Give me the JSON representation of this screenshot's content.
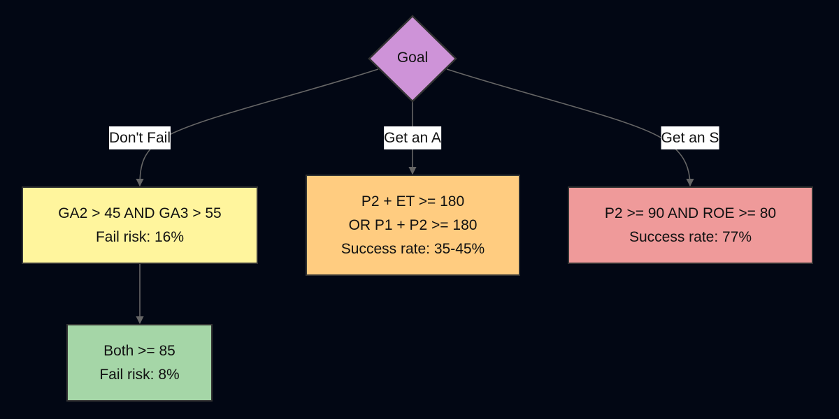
{
  "diagram": {
    "type": "flowchart",
    "colors": {
      "background": "#020714",
      "edge": "#666666",
      "node_border": "#333333",
      "goal": "#CE93D8",
      "dont_fail": "#FFF59D",
      "get_a": "#FFCC80",
      "get_s": "#EF9A9A",
      "both": "#A5D6A7",
      "edge_label_bg": "#FFFFFF"
    },
    "root": {
      "id": "goal",
      "shape": "diamond",
      "label": "Goal"
    },
    "nodes": [
      {
        "id": "dont-fail",
        "lines": [
          "GA2 > 45 AND GA3 > 55",
          "Fail risk: 16%"
        ]
      },
      {
        "id": "get-a",
        "lines": [
          "P2 + ET >= 180",
          "OR P1 + P2 >= 180",
          "Success rate: 35-45%"
        ]
      },
      {
        "id": "get-s",
        "lines": [
          "P2 >= 90 AND ROE >= 80",
          "Success rate: 77%"
        ]
      },
      {
        "id": "both",
        "lines": [
          "Both >= 85",
          "Fail risk: 8%"
        ]
      }
    ],
    "edges": [
      {
        "from": "goal",
        "to": "dont-fail",
        "label": "Don't Fail"
      },
      {
        "from": "goal",
        "to": "get-a",
        "label": "Get an A"
      },
      {
        "from": "goal",
        "to": "get-s",
        "label": "Get an S"
      },
      {
        "from": "dont-fail",
        "to": "both",
        "label": ""
      }
    ]
  }
}
